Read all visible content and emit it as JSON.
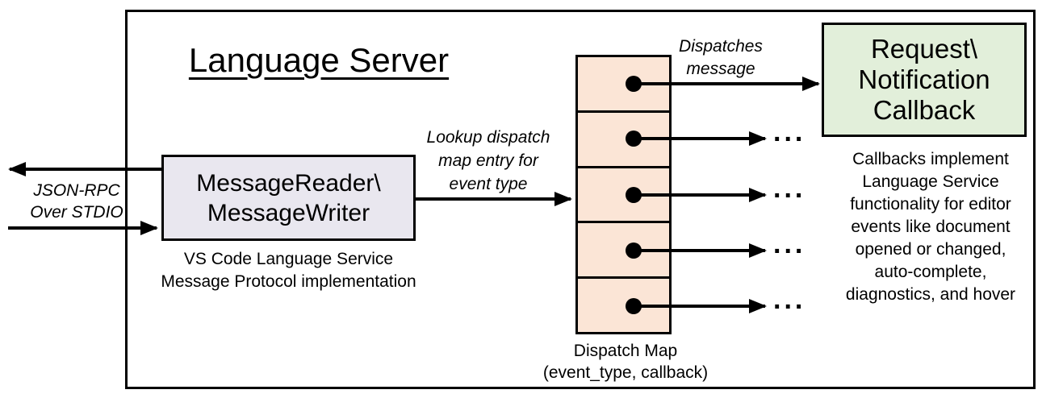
{
  "colors": {
    "border": "#000000",
    "background": "#ffffff",
    "reader-fill": "#e9e7ef",
    "map-fill": "#fbe5d6",
    "callback-fill": "#e2efda"
  },
  "outer_box": {
    "title": "Language Server"
  },
  "io": {
    "label": "JSON-RPC\nOver STDIO"
  },
  "message_reader": {
    "title": "MessageReader\\\nMessageWriter",
    "caption": "VS Code Language Service\nMessage Protocol implementation"
  },
  "lookup": {
    "label": "Lookup dispatch\nmap entry for\nevent type"
  },
  "dispatch": {
    "label": "Dispatches\nmessage"
  },
  "dispatch_map": {
    "rows": 5,
    "ellipsis": "...",
    "caption": "Dispatch Map\n(event_type, callback)"
  },
  "callback_box": {
    "title": "Request\\\nNotification\nCallback",
    "caption": "Callbacks implement\nLanguage Service\nfunctionality for editor\nevents like document\nopened or changed,\nauto-complete,\ndiagnostics, and hover"
  }
}
